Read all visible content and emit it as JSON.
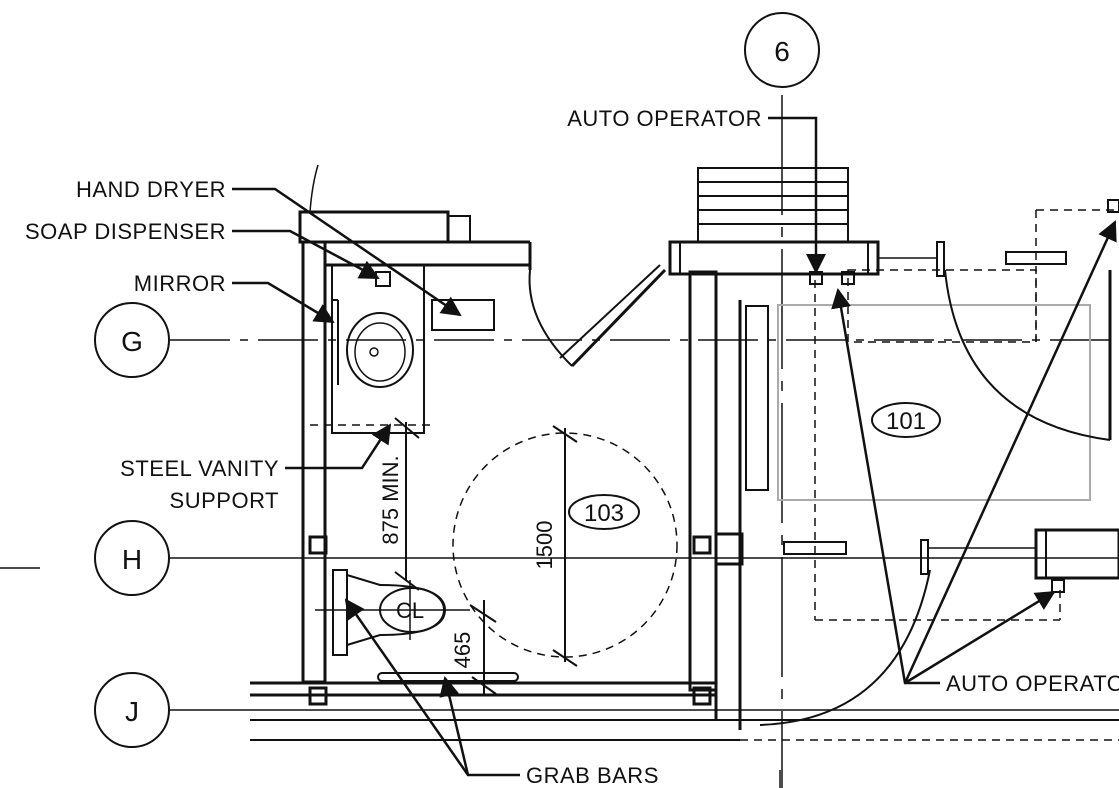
{
  "labels": {
    "hand_dryer": "HAND DRYER",
    "soap_dispenser": "SOAP DISPENSER",
    "mirror": "MIRROR",
    "steel_vanity_1": "STEEL VANITY",
    "steel_vanity_2": "SUPPORT",
    "auto_operator_top": "AUTO OPERATOR",
    "auto_operator_bottom": "AUTO OPERATOR",
    "grab_bars": "GRAB BARS"
  },
  "grid": {
    "col_6": "6",
    "row_g": "G",
    "row_h": "H",
    "row_j": "J"
  },
  "rooms": {
    "r101": "101",
    "r103": "103"
  },
  "dimensions": {
    "d875": "875 MIN.",
    "d1500": "1500",
    "d465": "465"
  },
  "symbols": {
    "centerline": "CL"
  }
}
